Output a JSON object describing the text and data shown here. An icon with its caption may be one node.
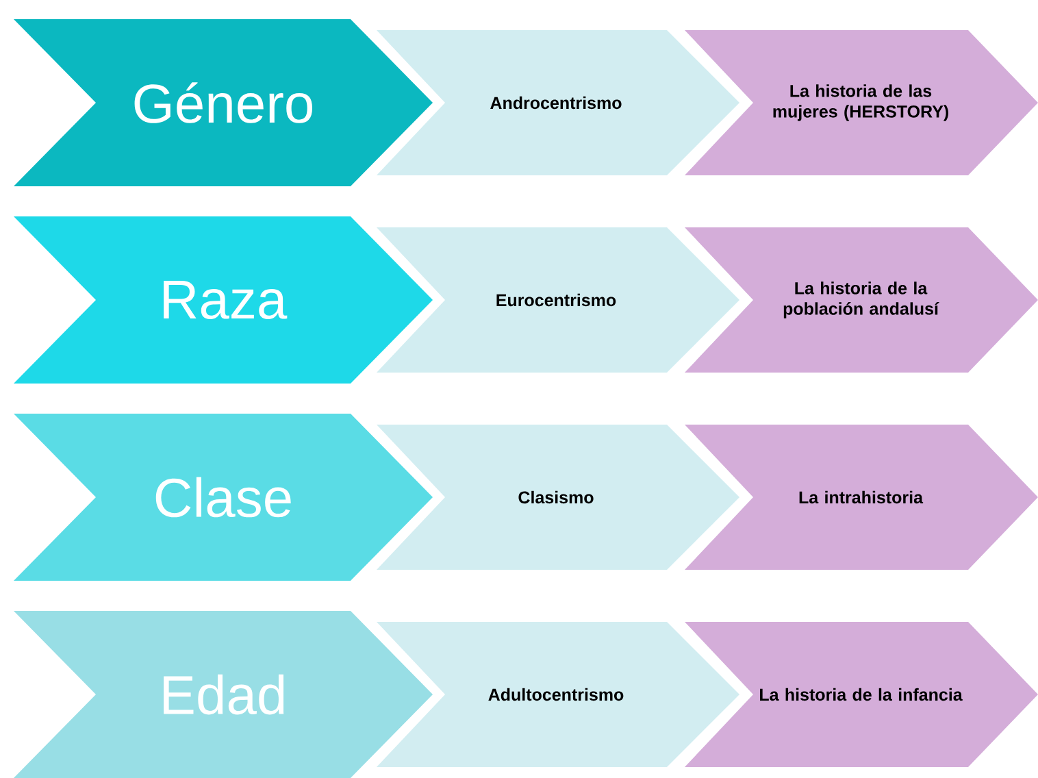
{
  "diagram": {
    "nodes": [
      {
        "text": [
          "Género"
        ]
      },
      {
        "text": [
          "Androcentrismo"
        ]
      },
      {
        "text": [
          "La historia de las mujeres (HERSTORY)"
        ]
      },
      {
        "text": [
          "Raza"
        ]
      },
      {
        "text": [
          "Eurocentrismo"
        ]
      },
      {
        "text": [
          "La historia de la población andalusí"
        ]
      },
      {
        "text": [
          "Clase"
        ]
      },
      {
        "text": [
          "Clasismo"
        ]
      },
      {
        "text": [
          "La intrahistoria"
        ]
      },
      {
        "text": [
          "Edad"
        ]
      },
      {
        "text": [
          "Adultocentrismo"
        ]
      },
      {
        "text": [
          "La historia de la infancia"
        ]
      }
    ]
  }
}
